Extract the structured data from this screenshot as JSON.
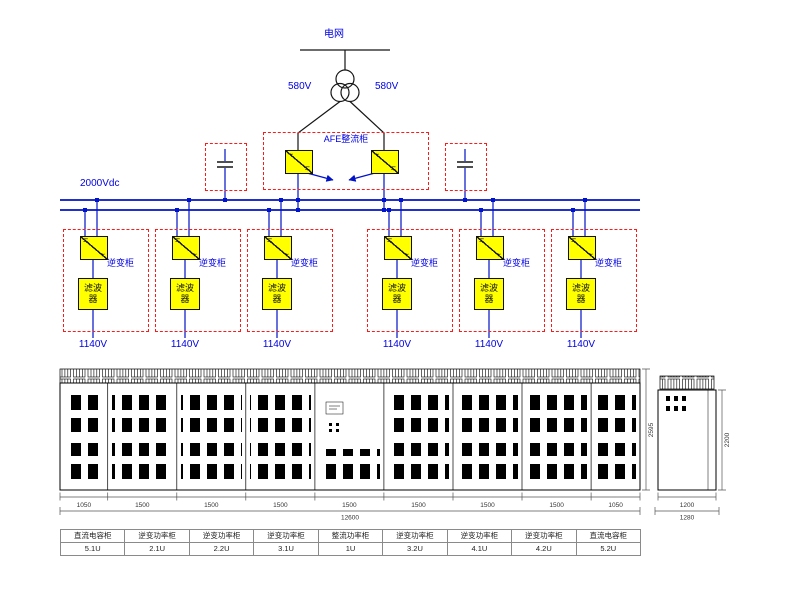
{
  "colors": {
    "wire": "#0013c8",
    "label": "#0000e6",
    "dashed_box": "#ff1a1a",
    "converter_fill": "#ffff00"
  },
  "symbols": {
    "ac": "~",
    "dc": "="
  },
  "grid": {
    "label": "电网",
    "secondary_voltage_left": "580V",
    "secondary_voltage_right": "580V"
  },
  "afe": {
    "label": "AFE整流柜"
  },
  "dc_bus": {
    "label": "2000Vdc"
  },
  "inverters": [
    {
      "label": "逆变柜",
      "filter_label": "滤波器",
      "output_voltage": "1140V"
    },
    {
      "label": "逆变柜",
      "filter_label": "滤波器",
      "output_voltage": "1140V"
    },
    {
      "label": "逆变柜",
      "filter_label": "滤波器",
      "output_voltage": "1140V"
    },
    {
      "label": "逆变柜",
      "filter_label": "滤波器",
      "output_voltage": "1140V"
    },
    {
      "label": "逆变柜",
      "filter_label": "滤波器",
      "output_voltage": "1140V"
    },
    {
      "label": "逆变柜",
      "filter_label": "滤波器",
      "output_voltage": "1140V"
    }
  ],
  "elevation": {
    "segments": [
      "1050",
      "1500",
      "1500",
      "1500",
      "1500",
      "1500",
      "1500",
      "1500",
      "1050"
    ],
    "total": "12600",
    "height": "2595"
  },
  "side_view": {
    "width": "1200",
    "overall_width": "1280",
    "height": "2200"
  },
  "cabinet_table": {
    "columns": [
      {
        "name": "直流电容柜",
        "unit": "5.1U"
      },
      {
        "name": "逆变功率柜",
        "unit": "2.1U"
      },
      {
        "name": "逆变功率柜",
        "unit": "2.2U"
      },
      {
        "name": "逆变功率柜",
        "unit": "3.1U"
      },
      {
        "name": "整流功率柜",
        "unit": "1U"
      },
      {
        "name": "逆变功率柜",
        "unit": "3.2U"
      },
      {
        "name": "逆变功率柜",
        "unit": "4.1U"
      },
      {
        "name": "逆变功率柜",
        "unit": "4.2U"
      },
      {
        "name": "直流电容柜",
        "unit": "5.2U"
      }
    ]
  }
}
